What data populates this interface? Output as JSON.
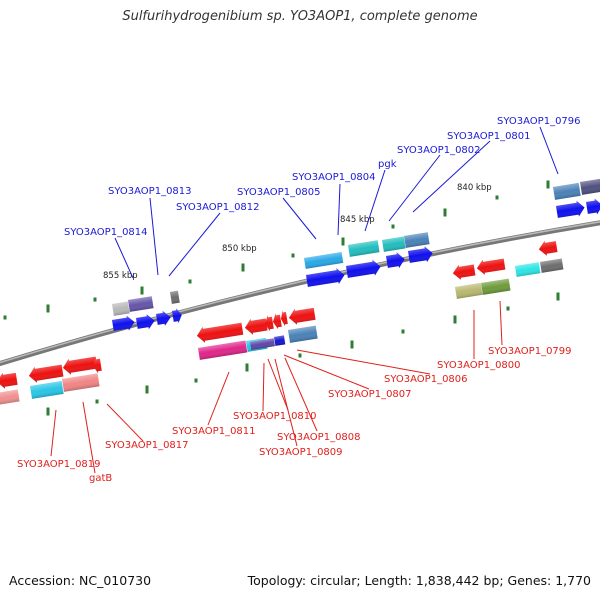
{
  "title": "Sulfurihydrogenibium sp. YO3AOP1, complete genome",
  "footer": {
    "accession": "Accession: NC_010730",
    "info": "Topology: circular; Length: 1,838,442 bp; Genes: 1,770"
  },
  "colors": {
    "backbone": "#888888",
    "tick": "#2e7d32",
    "forward_label": "#1a1ad6",
    "reverse_label": "#e0201b"
  },
  "scale_labels": [
    "855 kbp",
    "850 kbp",
    "845 kbp",
    "840 kbp"
  ],
  "forward_genes": [
    "SYO3AOP1_0796",
    "SYO3AOP1_0801",
    "SYO3AOP1_0802",
    "pgk",
    "SYO3AOP1_0804",
    "SYO3AOP1_0805",
    "SYO3AOP1_0812",
    "SYO3AOP1_0813",
    "SYO3AOP1_0814"
  ],
  "reverse_genes": [
    "SYO3AOP1_0799",
    "SYO3AOP1_0800",
    "SYO3AOP1_0806",
    "SYO3AOP1_0807",
    "SYO3AOP1_0808",
    "SYO3AOP1_0809",
    "SYO3AOP1_0810",
    "SYO3AOP1_0811",
    "SYO3AOP1_0817",
    "SYO3AOP1_0819",
    "gatB"
  ]
}
